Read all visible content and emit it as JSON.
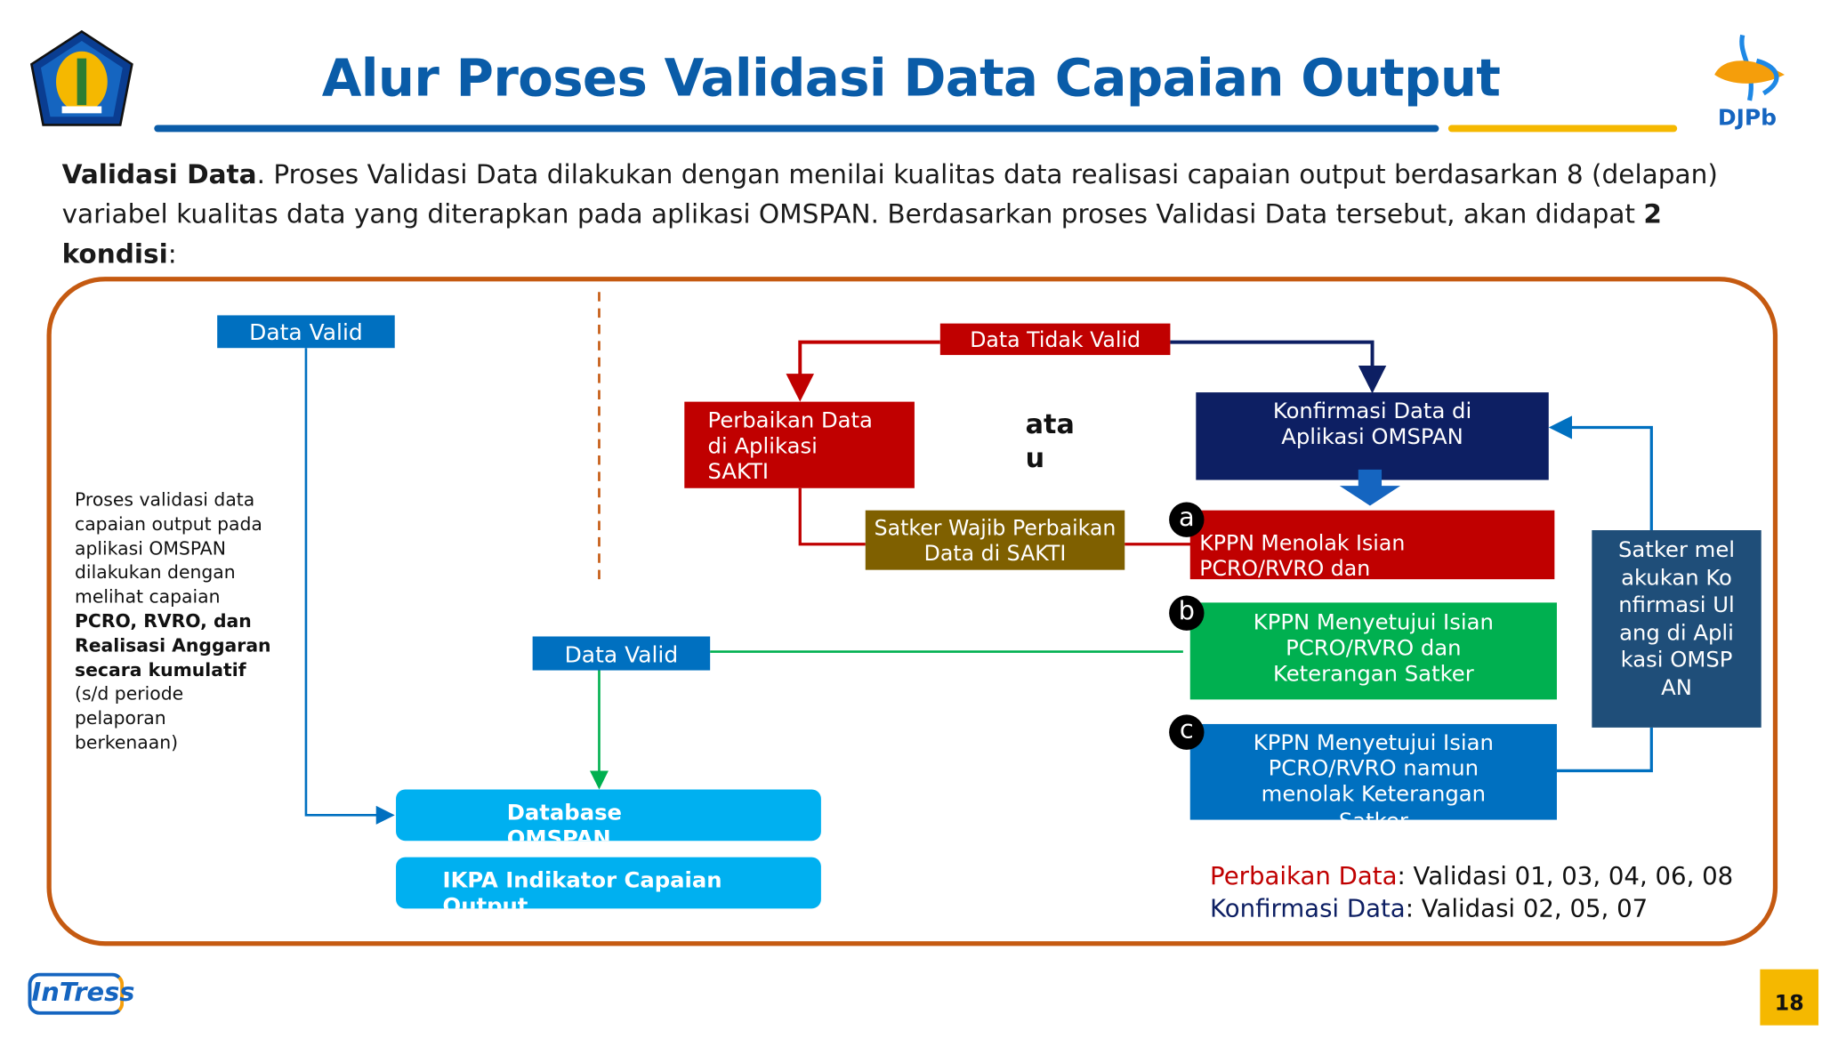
{
  "header": {
    "title": "Alur Proses Validasi Data Capaian Output",
    "left_logo": "kemenkeu-emblem",
    "right_logo_text": "DJPb",
    "accent_blue": "#0a5ca8",
    "accent_yellow": "#f5b800"
  },
  "intro": {
    "bold_lead": "Validasi Data",
    "text": ". Proses Validasi Data dilakukan dengan menilai kualitas data realisasi capaian output berdasarkan 8 (delapan) variabel kualitas data yang diterapkan pada aplikasi OMSPAN. Berdasarkan proses Validasi Data tersebut, akan didapat ",
    "bold_tail": "2 kondisi",
    "end": ":"
  },
  "diagram": {
    "data_valid_top": "Data Valid",
    "description": {
      "text1": "Proses validasi data capaian output pada aplikasi OMSPAN dilakukan dengan melihat capaian ",
      "bold": "PCRO, RVRO, dan Realisasi Anggaran secara kumulatif",
      "text2": " (s/d periode pelaporan berkenaan)"
    },
    "data_tidak_valid": "Data Tidak Valid",
    "perbaikan": "Perbaikan Data di Aplikasi SAKTI",
    "atau": "atau",
    "konfirmasi": "Konfirmasi Data di Aplikasi OMSPAN",
    "satker_wajib": "Satker Wajib Perbaikan Data di SAKTI",
    "option_a": {
      "marker": "a",
      "text": "KPPN Menolak Isian PCRO/RVRO dan Keterangan"
    },
    "option_b": {
      "marker": "b",
      "text": "KPPN Menyetujui Isian PCRO/RVRO dan Keterangan Satker"
    },
    "option_c": {
      "marker": "c",
      "text": "KPPN Menyetujui Isian PCRO/RVRO namun menolak Keterangan Satker"
    },
    "data_valid_mid": "Data Valid",
    "satker_konfirmasi_ulang": "Satker melakukan Konfirmasi Ulang di Aplikasi OMSPAN",
    "database": "Database OMSPAN",
    "ikpa": "IKPA Indikator Capaian Output",
    "legend": {
      "perbaikan_label": "Perbaikan Data",
      "perbaikan_value": ": Validasi 01, 03, 04, 06, 08",
      "konfirmasi_label": "Konfirmasi Data",
      "konfirmasi_value": ": Validasi 02, 05, 07"
    }
  },
  "footer": {
    "logo_text": "InTress",
    "page_number": "18"
  }
}
